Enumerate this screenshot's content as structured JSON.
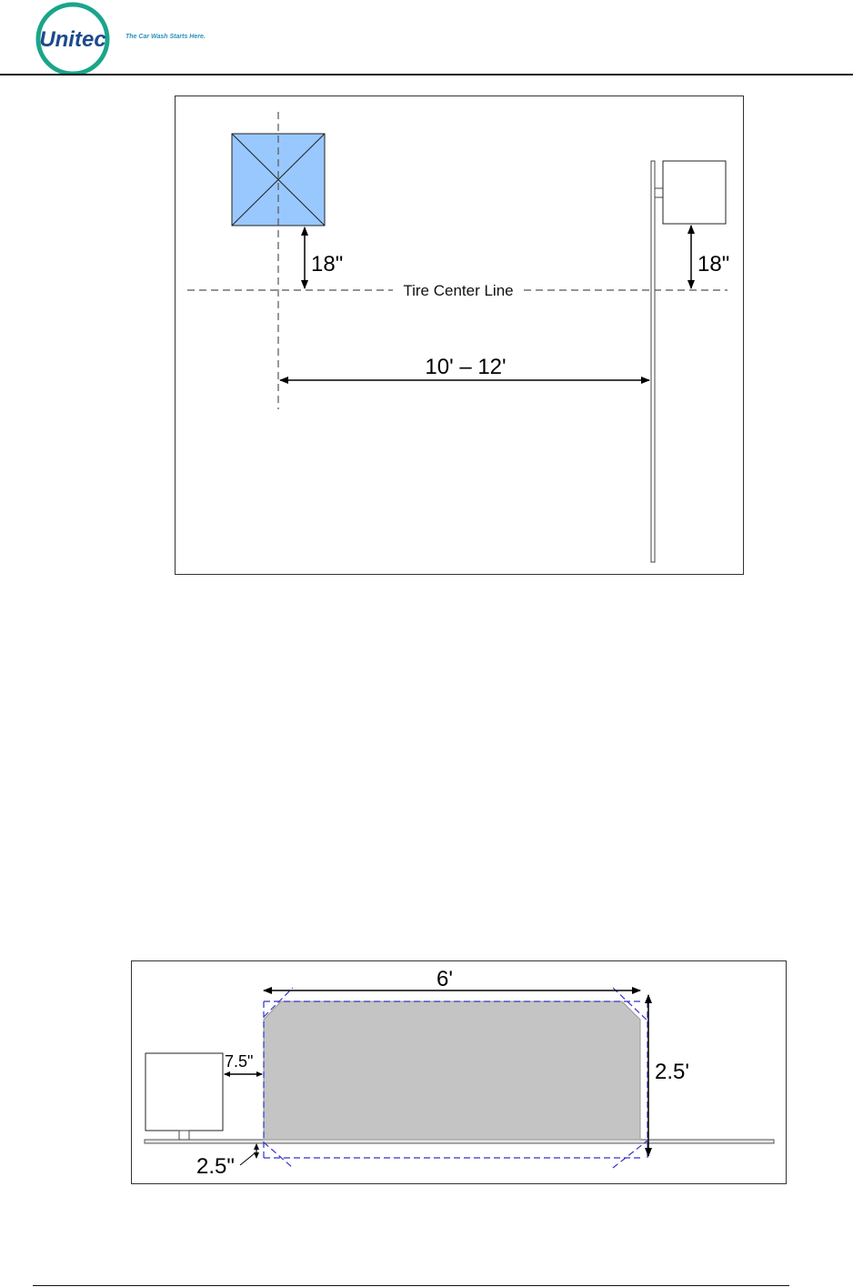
{
  "header": {
    "logo_text": "Unitec",
    "tagline": "The Car Wash Starts Here."
  },
  "figure1": {
    "label_left_clearance": "18\"",
    "label_right_clearance": "18\"",
    "label_center_line": "Tire Center Line",
    "label_distance": "10' – 12'"
  },
  "figure2": {
    "label_width": "6'",
    "label_height": "2.5'",
    "label_side_gap": "7.5\"",
    "label_bottom_gap": "2.5\""
  },
  "colors": {
    "blue_box": "#99c8ff",
    "gray_area": "#c4c4c4",
    "dashed_blue": "#3333cc",
    "logo_teal": "#1aa58a",
    "logo_navy": "#1c4a8c"
  }
}
